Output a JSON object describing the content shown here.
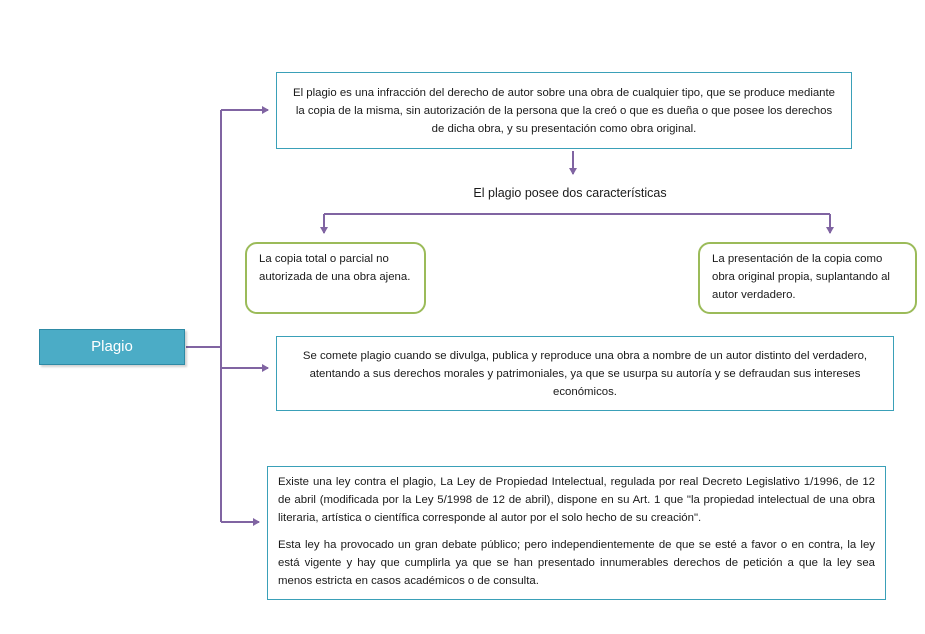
{
  "root": {
    "label": "Plagio"
  },
  "definition": {
    "text": "El plagio es una infracción del derecho de autor sobre una obra de cualquier tipo, que se produce mediante la copia de la misma, sin autorización de la persona que la creó o que es dueña o que posee los derechos de dicha obra, y su presentación como obra original."
  },
  "characteristics": {
    "heading": "El plagio posee dos características",
    "items": [
      "La copia total o parcial no autorizada de una obra ajena.",
      "La presentación de la copia como obra original propia, suplantando al autor verdadero."
    ]
  },
  "when": {
    "text": "Se comete plagio cuando se divulga, publica y reproduce una obra a nombre de un autor distinto del verdadero, atentando a sus derechos morales y patrimoniales, ya que se usurpa su autoría y se defraudan sus intereses económicos."
  },
  "law": {
    "paragraphs": [
      "Existe una ley contra el plagio, La Ley de Propiedad Intelectual, regulada por real Decreto Legislativo 1/1996, de 12 de abril (modificada por la Ley 5/1998 de 12 de abril), dispone en su Art. 1 que \"la propiedad intelectual de una obra literaria, artística o científica corresponde al autor por el solo hecho de su creación\".",
      "Esta ley ha provocado un gran debate público; pero independientemente de que se esté a favor o en contra, la ley está vigente y hay que cumplirla ya que se han presentado innumerables derechos de petición a que la ley sea menos estricta en casos académicos o de consulta."
    ]
  },
  "colors": {
    "connector": "#8064a2",
    "root_fill": "#4bacc6",
    "rect_border": "#3aa0b8",
    "rounded_border": "#9bbb59"
  }
}
